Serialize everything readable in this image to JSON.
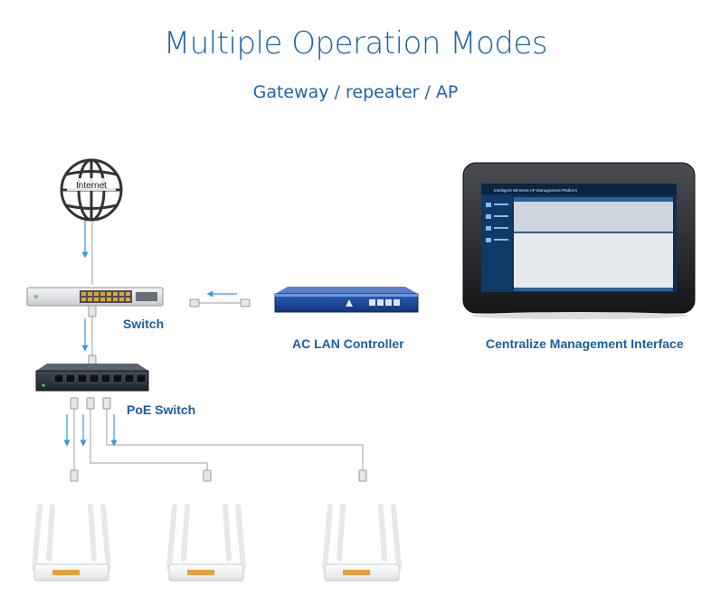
{
  "heading": {
    "title": "Multiple Operation Modes",
    "subtitle": "Gateway / repeater / AP"
  },
  "nodes": {
    "internet": "Internet",
    "switch": "Switch",
    "poe_switch": "PoE Switch",
    "ac_controller": "AC LAN Controller",
    "management": "Centralize Management Interface",
    "tablet_screen_title": "Intelligent Wireless AP Management Platform"
  },
  "colors": {
    "accent": "#1d64a8",
    "label": "#1b5e9c",
    "arrow": "#3a9ad9",
    "cable": "#cfcfcf"
  }
}
